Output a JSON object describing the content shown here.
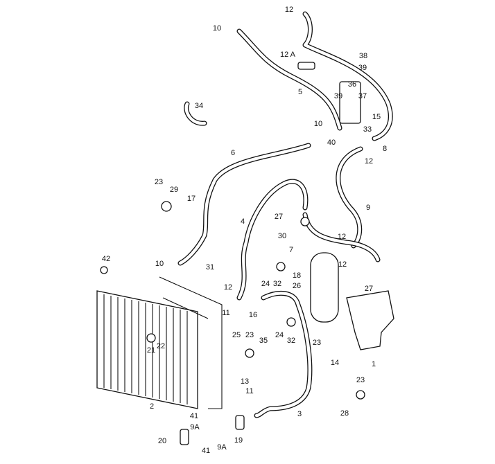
{
  "diagram": {
    "title": "Air conditioning refrigerant lines and condenser – parts diagram",
    "callouts": [
      "12",
      "10",
      "12 A",
      "5",
      "38",
      "39",
      "36",
      "37",
      "39",
      "15",
      "33",
      "40",
      "8",
      "34",
      "10",
      "6",
      "12",
      "9",
      "23",
      "29",
      "17",
      "27",
      "4",
      "30",
      "7",
      "12",
      "12",
      "18",
      "26",
      "27",
      "42",
      "10",
      "31",
      "24",
      "32",
      "12",
      "11",
      "16",
      "35",
      "24",
      "32",
      "23",
      "1",
      "21",
      "22",
      "25",
      "23",
      "13",
      "14",
      "23",
      "2",
      "11",
      "41",
      "9A",
      "3",
      "28",
      "20",
      "41",
      "9A",
      "19"
    ]
  }
}
